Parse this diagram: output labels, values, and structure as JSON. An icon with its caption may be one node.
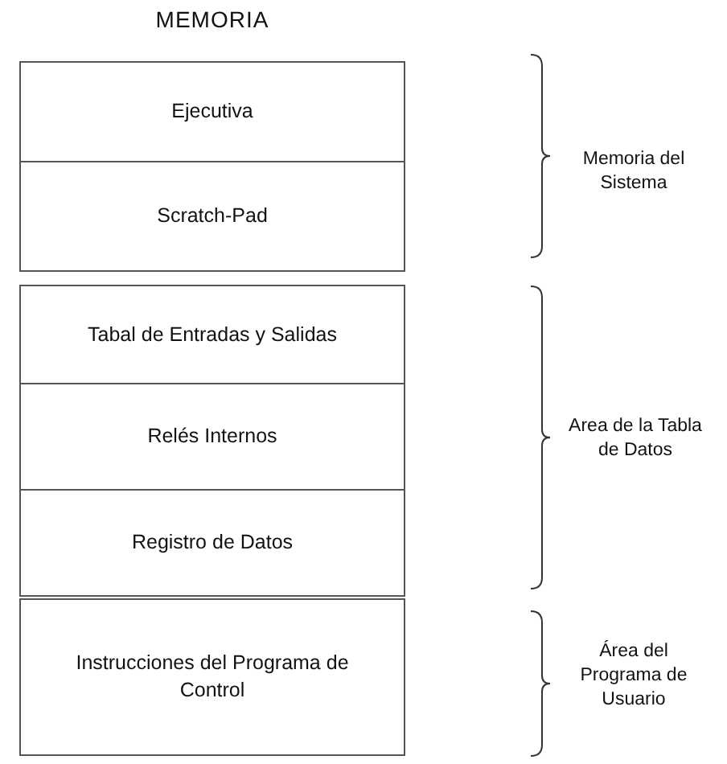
{
  "diagram": {
    "title": "MEMORIA",
    "nodes": [
      {
        "text": [
          "Ejecutiva"
        ]
      },
      {
        "text": [
          "Scratch-Pad"
        ]
      },
      {
        "text": [
          "Tabal de Entradas y Salidas"
        ]
      },
      {
        "text": [
          "Relés Internos"
        ]
      },
      {
        "text": [
          "Registro de Datos"
        ]
      },
      {
        "text": [
          "Instrucciones del Programa de Control"
        ]
      }
    ],
    "edges": [],
    "labels": [
      "Memoria del Sistema",
      "Area de la Tabla de Datos",
      "Área del Programa de Usuario"
    ]
  }
}
